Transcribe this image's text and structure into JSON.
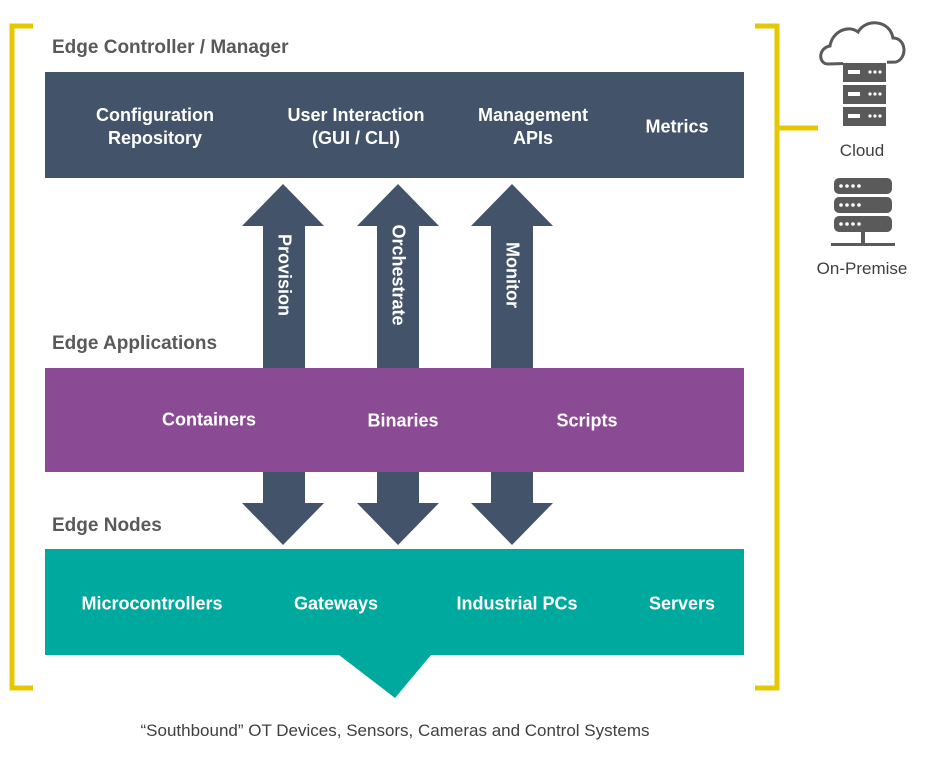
{
  "colors": {
    "bracket": "#e6c800",
    "controller": "#435369",
    "applications": "#8b4a94",
    "nodes": "#00a99d",
    "arrow": "#435369",
    "icon": "#5a5a5a"
  },
  "controller": {
    "title": "Edge Controller / Manager",
    "items": {
      "config": "Configuration\nRepository",
      "ui": "User Interaction\n(GUI / CLI)",
      "apis": "Management\nAPIs",
      "metrics": "Metrics"
    }
  },
  "arrows": {
    "provision": "Provision",
    "orchestrate": "Orchestrate",
    "monitor": "Monitor"
  },
  "applications": {
    "title": "Edge Applications",
    "items": {
      "containers": "Containers",
      "binaries": "Binaries",
      "scripts": "Scripts"
    }
  },
  "nodes": {
    "title": "Edge Nodes",
    "items": {
      "micro": "Microcontrollers",
      "gateways": "Gateways",
      "ipcs": "Industrial PCs",
      "servers": "Servers"
    }
  },
  "deployment": {
    "cloud_label": "Cloud",
    "cloud_icon": "cloud-server-icon",
    "onprem_label": "On-Premise",
    "onprem_icon": "server-rack-icon"
  },
  "footer": "“Southbound” OT Devices, Sensors, Cameras and Control Systems"
}
